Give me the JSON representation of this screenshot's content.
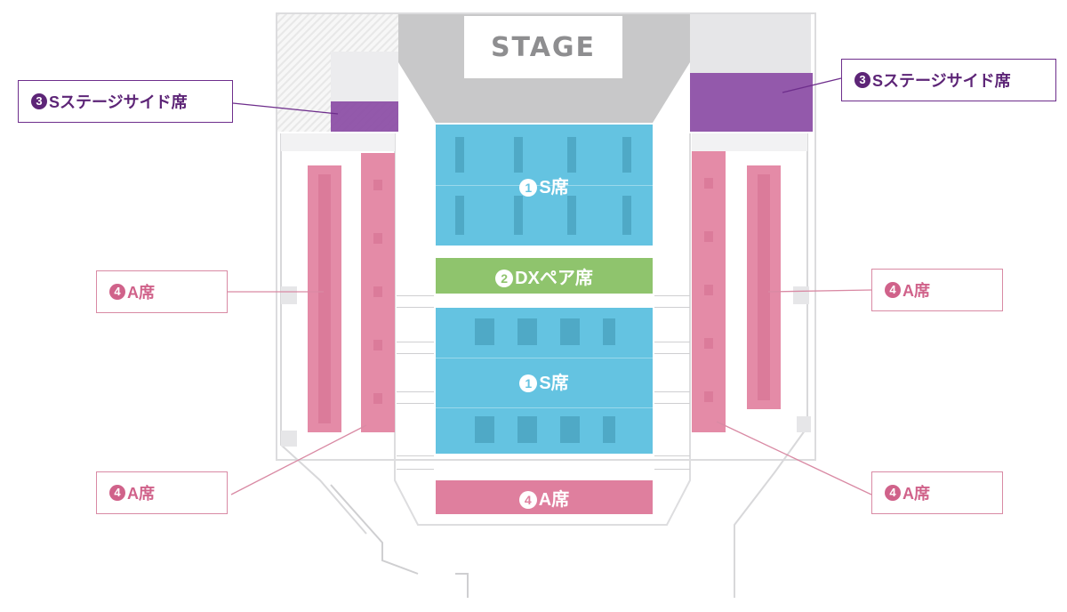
{
  "stage": {
    "label": "STAGE"
  },
  "blocks": {
    "s_front": {
      "num": "1",
      "label": "S席"
    },
    "dx": {
      "num": "2",
      "label": "DXペア席"
    },
    "s_rear": {
      "num": "1",
      "label": "S席"
    },
    "a_rear": {
      "num": "4",
      "label": "A席"
    }
  },
  "callouts": {
    "stage_side_left": {
      "num": "3",
      "label": "Sステージサイド席"
    },
    "stage_side_right": {
      "num": "3",
      "label": "Sステージサイド席"
    },
    "a_left_mid": {
      "num": "4",
      "label": "A席"
    },
    "a_left_low": {
      "num": "4",
      "label": "A席"
    },
    "a_right_mid": {
      "num": "4",
      "label": "A席"
    },
    "a_right_low": {
      "num": "4",
      "label": "A席"
    }
  },
  "colors": {
    "s_seat": "#64c3e1",
    "dx_seat": "#8fc46d",
    "a_seat": "#df7f9e",
    "stage_side_seat": "#8a4ba4"
  }
}
